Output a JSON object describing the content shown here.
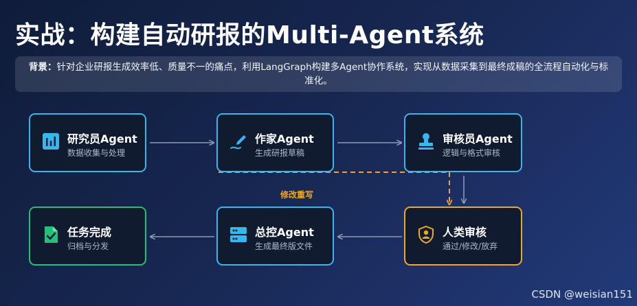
{
  "title": "实战：构建自动研报的Multi-Agent系统",
  "background": {
    "label": "背景：",
    "text": "针对企业研报生成效率低、质量不一的痛点，利用LangGraph构建多Agent协作系统，实现从数据采集到最终成稿的全流程自动化与标准化。"
  },
  "nodes": {
    "researcher": {
      "name": "研究员Agent",
      "desc": "数据收集与处理",
      "icon": "bar-chart-icon"
    },
    "writer": {
      "name": "作家Agent",
      "desc": "生成研报草稿",
      "icon": "pen-icon"
    },
    "reviewer": {
      "name": "审核员Agent",
      "desc": "逻辑与格式审核",
      "icon": "stamp-icon"
    },
    "human": {
      "name": "人类审核",
      "desc": "通过/修改/放弃",
      "icon": "user-shield-icon"
    },
    "master": {
      "name": "总控Agent",
      "desc": "生成最终版文件",
      "icon": "server-icon"
    },
    "done": {
      "name": "任务完成",
      "desc": "归档与分发",
      "icon": "file-check-icon"
    }
  },
  "revise_label": "修改重写",
  "watermark": "CSDN @weisian151",
  "colors": {
    "blue": "#39b6f0",
    "green": "#22c07a",
    "orange": "#f2a623",
    "arrow": "#8f9ab5"
  }
}
